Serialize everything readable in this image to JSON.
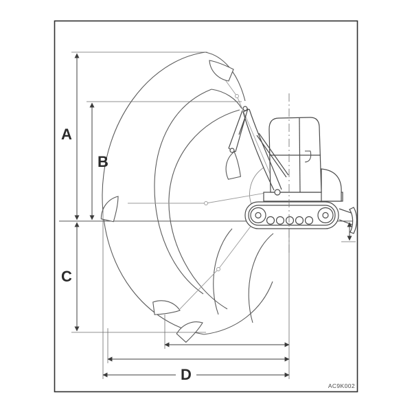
{
  "diagram": {
    "kind": "excavator-working-range-diagram",
    "labels": {
      "a": "A",
      "b": "B",
      "c": "C",
      "d": "D"
    },
    "drawing_code": "AC9K002",
    "colors": {
      "background": "#ffffff",
      "frame": "#2f2f2f",
      "linework": "#575757",
      "ghost": "#9a9a9a",
      "dimension": "#3c3c3c"
    }
  }
}
